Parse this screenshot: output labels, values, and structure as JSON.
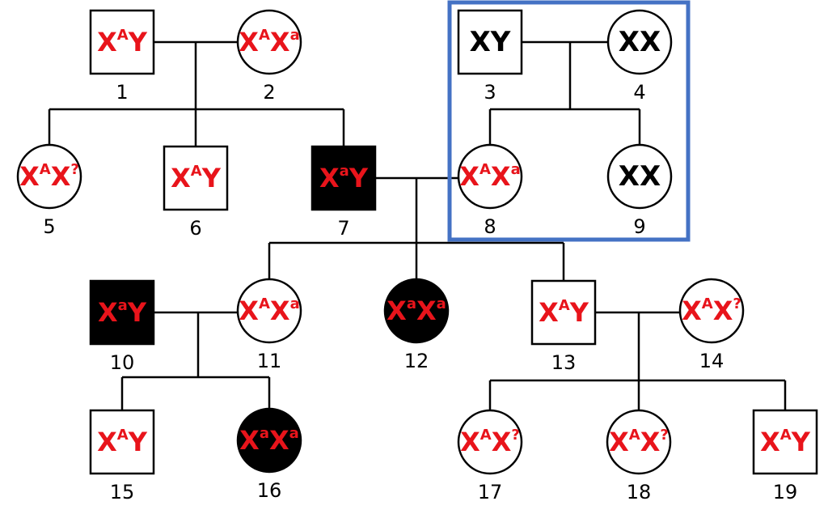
{
  "colors": {
    "genotype_red": "#E8141B",
    "genotype_black": "#000000",
    "affected_fill": "#000000",
    "unaffected_fill": "#ffffff",
    "highlight_box": "#4472C4"
  },
  "individuals": [
    {
      "id": "1",
      "sex": "male",
      "affected": false,
      "genotype": [
        {
          "t": "X"
        },
        {
          "t": "A",
          "sup": true
        },
        {
          "t": "Y"
        }
      ],
      "color": "red"
    },
    {
      "id": "2",
      "sex": "female",
      "affected": false,
      "genotype": [
        {
          "t": "X"
        },
        {
          "t": "A",
          "sup": true
        },
        {
          "t": "X"
        },
        {
          "t": "a",
          "sup": true
        }
      ],
      "color": "red"
    },
    {
      "id": "3",
      "sex": "male",
      "affected": false,
      "genotype": [
        {
          "t": "XY"
        }
      ],
      "color": "black"
    },
    {
      "id": "4",
      "sex": "female",
      "affected": false,
      "genotype": [
        {
          "t": "XX"
        }
      ],
      "color": "black"
    },
    {
      "id": "5",
      "sex": "female",
      "affected": false,
      "genotype": [
        {
          "t": "X"
        },
        {
          "t": "A",
          "sup": true
        },
        {
          "t": "X"
        },
        {
          "t": "?",
          "sup": true
        }
      ],
      "color": "red"
    },
    {
      "id": "6",
      "sex": "male",
      "affected": false,
      "genotype": [
        {
          "t": "X"
        },
        {
          "t": "A",
          "sup": true
        },
        {
          "t": "Y"
        }
      ],
      "color": "red"
    },
    {
      "id": "7",
      "sex": "male",
      "affected": true,
      "genotype": [
        {
          "t": "X"
        },
        {
          "t": "a",
          "sup": true
        },
        {
          "t": "Y"
        }
      ],
      "color": "red"
    },
    {
      "id": "8",
      "sex": "female",
      "affected": false,
      "genotype": [
        {
          "t": "X"
        },
        {
          "t": "A",
          "sup": true
        },
        {
          "t": "X"
        },
        {
          "t": "a",
          "sup": true
        }
      ],
      "color": "red"
    },
    {
      "id": "9",
      "sex": "female",
      "affected": false,
      "genotype": [
        {
          "t": "XX"
        }
      ],
      "color": "black"
    },
    {
      "id": "10",
      "sex": "male",
      "affected": true,
      "genotype": [
        {
          "t": "X"
        },
        {
          "t": "a",
          "sup": true
        },
        {
          "t": "Y"
        }
      ],
      "color": "red"
    },
    {
      "id": "11",
      "sex": "female",
      "affected": false,
      "genotype": [
        {
          "t": "X"
        },
        {
          "t": "A",
          "sup": true
        },
        {
          "t": "X"
        },
        {
          "t": "a",
          "sup": true
        }
      ],
      "color": "red"
    },
    {
      "id": "12",
      "sex": "female",
      "affected": true,
      "genotype": [
        {
          "t": "X"
        },
        {
          "t": "a",
          "sup": true
        },
        {
          "t": "X"
        },
        {
          "t": "a",
          "sup": true
        }
      ],
      "color": "red"
    },
    {
      "id": "13",
      "sex": "male",
      "affected": false,
      "genotype": [
        {
          "t": "X"
        },
        {
          "t": "A",
          "sup": true
        },
        {
          "t": "Y"
        }
      ],
      "color": "red"
    },
    {
      "id": "14",
      "sex": "female",
      "affected": false,
      "genotype": [
        {
          "t": "X"
        },
        {
          "t": "A",
          "sup": true
        },
        {
          "t": "X"
        },
        {
          "t": "?",
          "sup": true
        }
      ],
      "color": "red"
    },
    {
      "id": "15",
      "sex": "male",
      "affected": false,
      "genotype": [
        {
          "t": "X"
        },
        {
          "t": "A",
          "sup": true
        },
        {
          "t": "Y"
        }
      ],
      "color": "red"
    },
    {
      "id": "16",
      "sex": "female",
      "affected": true,
      "genotype": [
        {
          "t": "X"
        },
        {
          "t": "a",
          "sup": true
        },
        {
          "t": "X"
        },
        {
          "t": "a",
          "sup": true
        }
      ],
      "color": "red"
    },
    {
      "id": "17",
      "sex": "female",
      "affected": false,
      "genotype": [
        {
          "t": "X"
        },
        {
          "t": "A",
          "sup": true
        },
        {
          "t": "X"
        },
        {
          "t": "?",
          "sup": true
        }
      ],
      "color": "red"
    },
    {
      "id": "18",
      "sex": "female",
      "affected": false,
      "genotype": [
        {
          "t": "X"
        },
        {
          "t": "A",
          "sup": true
        },
        {
          "t": "X"
        },
        {
          "t": "?",
          "sup": true
        }
      ],
      "color": "red"
    },
    {
      "id": "19",
      "sex": "male",
      "affected": false,
      "genotype": [
        {
          "t": "X"
        },
        {
          "t": "A",
          "sup": true
        },
        {
          "t": "Y"
        }
      ],
      "color": "red"
    }
  ],
  "highlighted_group": [
    "3",
    "4",
    "8",
    "9"
  ]
}
